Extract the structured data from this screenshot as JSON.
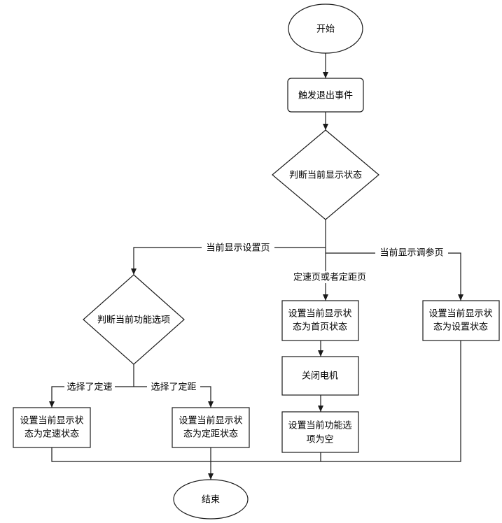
{
  "nodes": {
    "start": "开始",
    "trigger": "触发退出事件",
    "judge_state": "判断当前显示状态",
    "judge_func": "判断当前功能选项",
    "set_home_1": "设置当前显示状",
    "set_home_2": "态为首页状态",
    "close_motor": "关闭电机",
    "set_func_empty_1": "设置当前功能选",
    "set_func_empty_2": "项为空",
    "set_settings_1": "设置当前显示状",
    "set_settings_2": "态为设置状态",
    "set_speed_1": "设置当前显示状",
    "set_speed_2": "态为定速状态",
    "set_dist_1": "设置当前显示状",
    "set_dist_2": "态为定距状态",
    "end": "结束"
  },
  "edges": {
    "settings_page": "当前显示设置页",
    "speed_or_dist_page": "定速页或者定距页",
    "tuning_page": "当前显示调参页",
    "chose_speed": "选择了定速",
    "chose_dist": "选择了定距"
  }
}
